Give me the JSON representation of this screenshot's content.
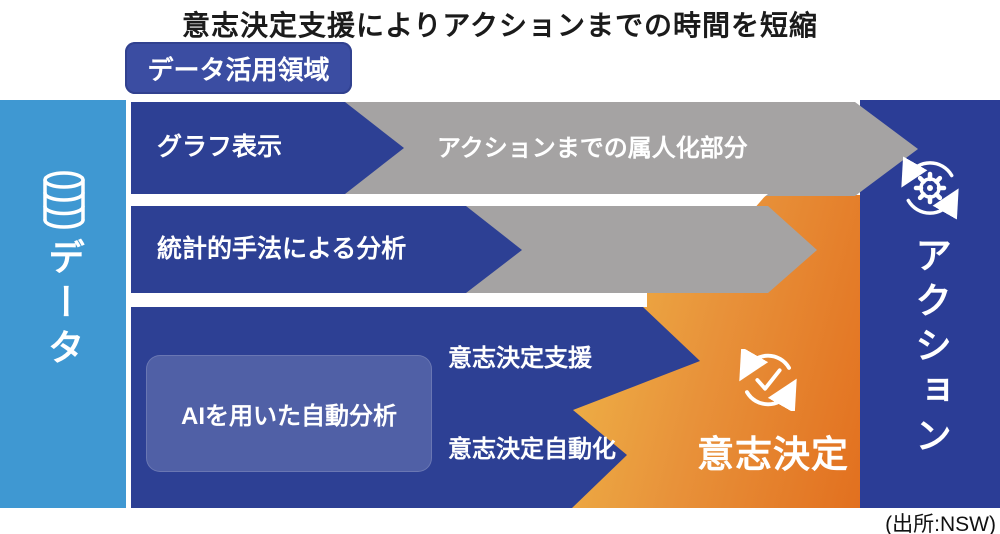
{
  "title": "意志決定支援によりアクションまでの時間を短縮",
  "badge": {
    "label": "データ活用領域"
  },
  "source_note": "(出所:NSW)",
  "left_column": {
    "label": "データ",
    "icon": "database-icon"
  },
  "right_column": {
    "label": "アクション",
    "icon": "gear-sync-icon"
  },
  "rows": {
    "row1": {
      "blue_label": "グラフ表示",
      "gray_label": "アクションまでの属人化部分"
    },
    "row2": {
      "blue_label": "統計的手法による分析"
    },
    "row3": {
      "ai_box_label": "AIを用いた自動分析",
      "support_label": "意志決定支援",
      "automation_label": "意志決定自動化"
    }
  },
  "decision": {
    "label": "意志決定",
    "icon": "check-sync-icon"
  },
  "colors": {
    "light_blue": "#3f98d2",
    "dark_blue": "#2d4094",
    "right_column_blue": "#2b3d96",
    "badge_blue": "#3b4da2",
    "gray": "#a5a3a3",
    "orange_start": "#f0bb4b",
    "orange_end": "#e2701f",
    "text_white": "#ffffff",
    "text_black": "#1b1b1b"
  }
}
